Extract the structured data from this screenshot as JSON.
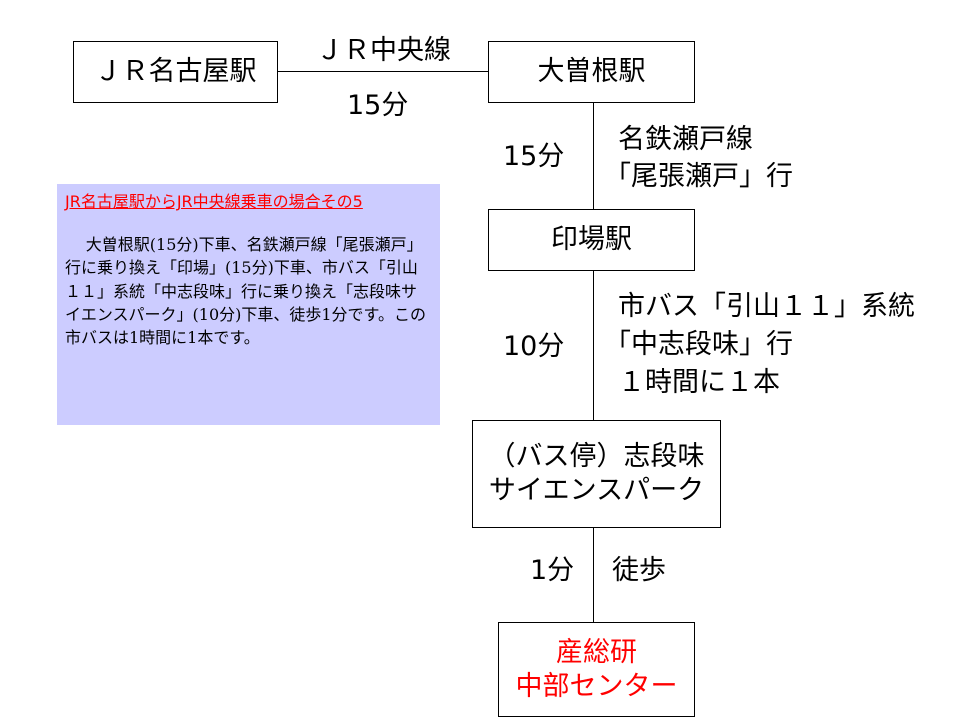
{
  "nodes": {
    "nagoya": "ＪＲ名古屋駅",
    "ozone": "大曽根駅",
    "inba": "印場駅",
    "bus_stop": [
      "（バス停）志段味",
      "サイエンスパーク"
    ],
    "destination": [
      "産総研",
      "中部センター"
    ]
  },
  "edges": {
    "nagoya_ozone": {
      "line": "ＪＲ中央線",
      "time": "15分"
    },
    "ozone_inba": {
      "time": "15分",
      "line": [
        "名鉄瀬戸線",
        "「尾張瀬戸」行"
      ]
    },
    "inba_bus": {
      "time": "10分",
      "line": [
        "市バス「引山１１」系統",
        "「中志段味」行",
        "１時間に１本"
      ]
    },
    "bus_dest": {
      "time": "1分",
      "mode": "徒歩"
    }
  },
  "note": {
    "title": "JR名古屋駅からJR中央線乗車の場合その5",
    "body": "大曽根駅(15分)下車、名鉄瀬戸線「尾張瀬戸」行に乗り換え「印場」(15分)下車、市バス「引山１１」系統「中志段味」行に乗り換え「志段味サイエンスパーク」(10分)下車、徒歩1分です。この市バスは1時間に1本です。"
  },
  "colors": {
    "accent": "#ff0000",
    "note_bg": "#ccccff"
  }
}
